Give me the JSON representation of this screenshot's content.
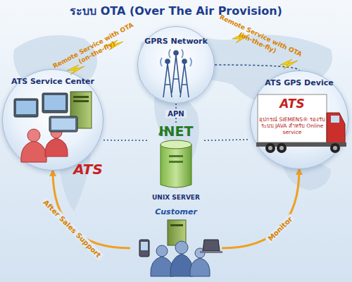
{
  "diagram": {
    "title": "ระบบ OTA (Over The Air Provision)",
    "nodes": [
      {
        "text": [
          "GPRS Network"
        ]
      },
      {
        "text": [
          "ATS Service Center"
        ]
      },
      {
        "text": [
          "INET",
          "UNIX SERVER"
        ]
      },
      {
        "text": [
          "ATS GPS Device"
        ]
      },
      {
        "text": [
          "Customer"
        ]
      }
    ],
    "edges": [
      {
        "from": 0,
        "to": 2,
        "label": "APN",
        "arrow": "none"
      },
      {
        "from": 1,
        "to": 2,
        "arrow": "none"
      },
      {
        "from": 2,
        "to": 3,
        "arrow": "none"
      },
      {
        "from": 0,
        "to": 3,
        "arrow": "none"
      },
      {
        "from": 4,
        "to": 1,
        "label": "After Sales Support",
        "arrow": "to"
      },
      {
        "from": 4,
        "to": 3,
        "label": "Monitor",
        "arrow": "to"
      }
    ],
    "labels": [
      "Remote Service with OTA (on-the-fly)",
      "Remote Service with OTA (on-the-fly)",
      "ATS",
      "ATS",
      "อุปกรณ์ SIEMENS® รองรับระบบ JAVA สำหรับ Online service"
    ]
  }
}
